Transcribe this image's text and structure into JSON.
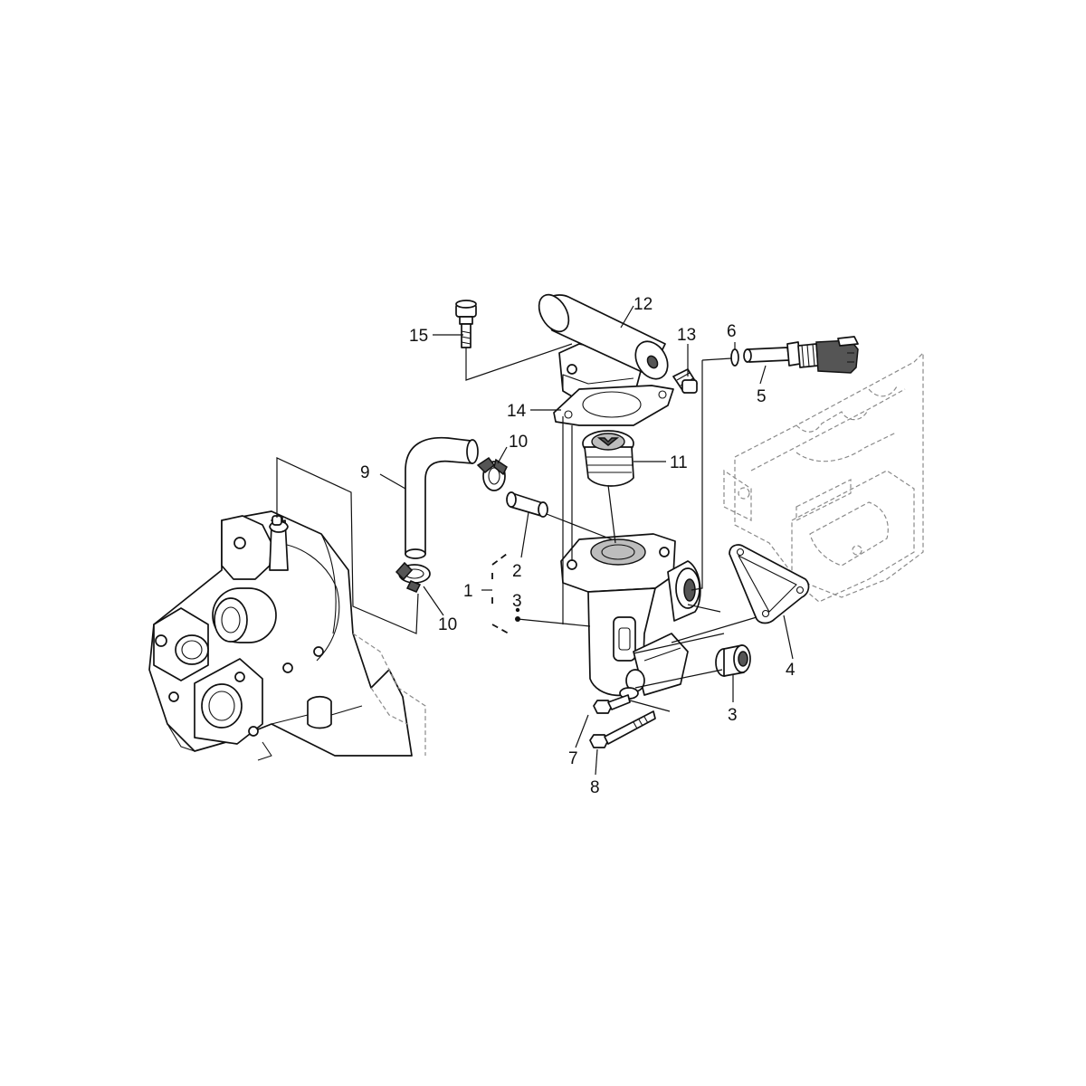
{
  "diagram": {
    "callouts": [
      "1",
      "2",
      "3",
      "3",
      "4",
      "5",
      "6",
      "7",
      "8",
      "9",
      "10",
      "10",
      "11",
      "12",
      "13",
      "14",
      "15"
    ],
    "colors": {
      "line": "#111111",
      "ghost": "#8a8a8a",
      "background": "#ffffff"
    }
  }
}
